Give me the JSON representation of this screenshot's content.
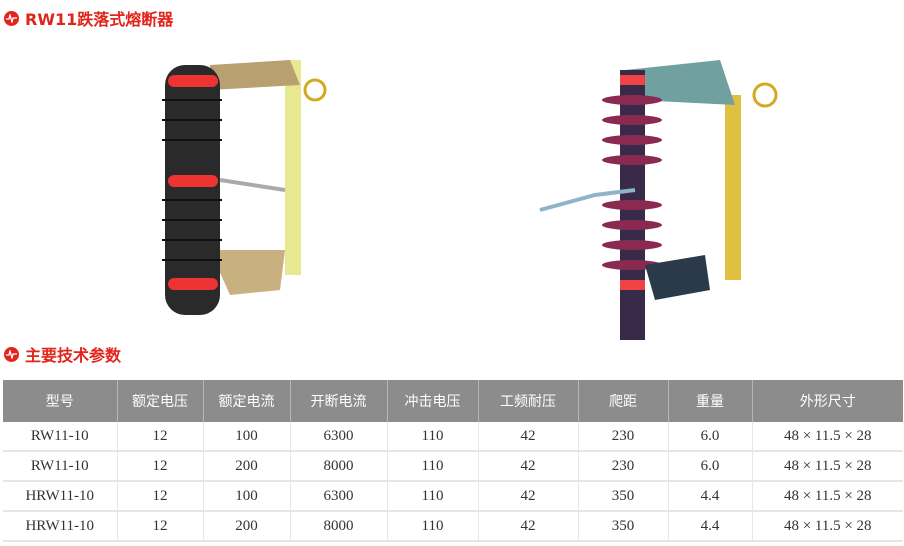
{
  "section1": {
    "title": "RW11跌落式熔断器",
    "icon": "waveform-icon"
  },
  "section2": {
    "title": "主要技术参数",
    "icon": "waveform-icon"
  },
  "table": {
    "headers": [
      "型号",
      "额定电压",
      "额定电流",
      "开断电流",
      "冲击电压",
      "工频耐压",
      "爬距",
      "重量",
      "外形尺寸"
    ],
    "rows": [
      [
        "RW11-10",
        "12",
        "100",
        "6300",
        "110",
        "42",
        "230",
        "6.0",
        "48 × 11.5 × 28"
      ],
      [
        "RW11-10",
        "12",
        "200",
        "8000",
        "110",
        "42",
        "230",
        "6.0",
        "48 × 11.5 × 28"
      ],
      [
        "HRW11-10",
        "12",
        "100",
        "6300",
        "110",
        "42",
        "350",
        "4.4",
        "48 × 11.5 × 28"
      ],
      [
        "HRW11-10",
        "12",
        "200",
        "8000",
        "110",
        "42",
        "350",
        "4.4",
        "48 × 11.5 × 28"
      ]
    ]
  },
  "colors": {
    "accent": "#e1251b",
    "header_bg": "#8c8c8c"
  }
}
